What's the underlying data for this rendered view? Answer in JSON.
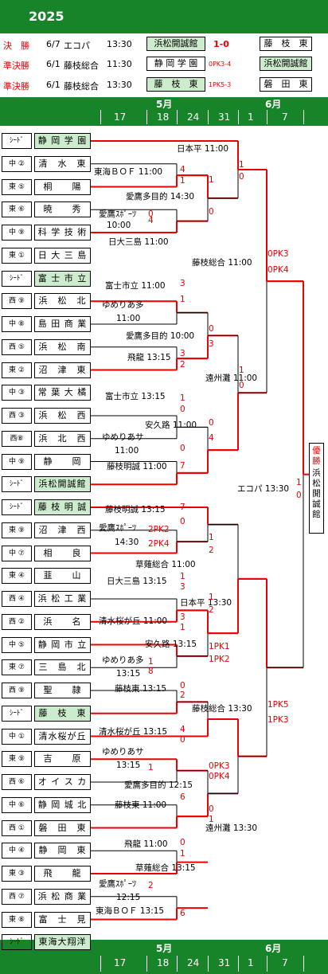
{
  "header": {
    "year": "2025"
  },
  "results": [
    {
      "round": "決　勝",
      "date": "6/7",
      "venue": "エコパ",
      "time": "13:30",
      "team1": "浜松開誠館",
      "score": "1-0",
      "team2": "藤　枝　東",
      "winner": 1
    },
    {
      "round": "準決勝",
      "date": "6/1",
      "venue": "藤枝総合",
      "time": "11:30",
      "team1": "静 岡 学 園",
      "score": "0PK3-4",
      "team2": "浜松開誠館",
      "winner": 2
    },
    {
      "round": "準決勝",
      "date": "6/1",
      "venue": "藤枝総合",
      "time": "13:30",
      "team1": "藤　枝　東",
      "score": "1PK5-3",
      "team2": "磐　田　東",
      "winner": 1
    }
  ],
  "date_bar": {
    "months": [
      "5月",
      "6月"
    ],
    "days": [
      "17",
      "18",
      "24",
      "31",
      "1",
      "7"
    ]
  },
  "teams": [
    {
      "seed": "ｼｰﾄﾞ",
      "name": "静 岡 学 園"
    },
    {
      "seed": "中 ②",
      "name": "清　水　東"
    },
    {
      "seed": "東 ⑤",
      "name": "桐　　陽"
    },
    {
      "seed": "東 ⑥",
      "name": "暁　　秀"
    },
    {
      "seed": "中 ⑨",
      "name": "科 学 技 術"
    },
    {
      "seed": "東 ①",
      "name": "日 大 三 島"
    },
    {
      "seed": "ｼｰﾄﾞ",
      "name": "富 士 市 立"
    },
    {
      "seed": "西 ⑨",
      "name": "浜　松　北"
    },
    {
      "seed": "中 ⑧",
      "name": "島 田 商 業"
    },
    {
      "seed": "西 ⑤",
      "name": "浜　松　南"
    },
    {
      "seed": "東 ②",
      "name": "沼　津　東"
    },
    {
      "seed": "中 ③",
      "name": "常 葉 大 橘"
    },
    {
      "seed": "西 ③",
      "name": "浜　松　西"
    },
    {
      "seed": "西⑧",
      "name": "浜　北　西"
    },
    {
      "seed": "中 ⑨",
      "name": "静　　岡"
    },
    {
      "seed": "ｼｰﾄﾞ",
      "name": "浜松開誠館"
    },
    {
      "seed": "ｼｰﾄﾞ",
      "name": "藤 枝 明 誠"
    },
    {
      "seed": "東 ⑨",
      "name": "沼　津　西"
    },
    {
      "seed": "中 ⑦",
      "name": "相　　良"
    },
    {
      "seed": "東 ④",
      "name": "韮　　山"
    },
    {
      "seed": "西 ④",
      "name": "浜 松 工 業"
    },
    {
      "seed": "西 ②",
      "name": "浜　　名"
    },
    {
      "seed": "中 ⑤",
      "name": "静 岡 市 立"
    },
    {
      "seed": "東 ⑦",
      "name": "三　島　北"
    },
    {
      "seed": "西 ⑨",
      "name": "聖　　隷"
    },
    {
      "seed": "ｼｰﾄﾞ",
      "name": "藤　枝　東"
    },
    {
      "seed": "中 ①",
      "name": "清水桜が丘"
    },
    {
      "seed": "東 ⑨",
      "name": "吉　　原"
    },
    {
      "seed": "西 ⑥",
      "name": "オ イ ス カ"
    },
    {
      "seed": "中 ⑥",
      "name": "静 岡 城 北"
    },
    {
      "seed": "西 ①",
      "name": "磐　田　東"
    },
    {
      "seed": "中 ④",
      "name": "静　岡　東"
    },
    {
      "seed": "東 ③",
      "name": "飛　　龍"
    },
    {
      "seed": "西 ⑦",
      "name": "浜 松 商 業"
    },
    {
      "seed": "東 ⑧",
      "name": "富　士　見"
    },
    {
      "seed": "ｼｰﾄﾞ",
      "name": "東海大翔洋"
    }
  ],
  "match_labels": [
    {
      "text": "東海ＢＯＦ 11:00"
    },
    {
      "text": "愛鷹ｽﾎﾟｰﾂ"
    },
    {
      "text": "10:00"
    },
    {
      "text": "日大三島 11:00"
    },
    {
      "text": "富士市立 11:00"
    },
    {
      "text": "ゆめりあ多"
    },
    {
      "text": "11:00"
    },
    {
      "text": "飛龍 13:15"
    },
    {
      "text": "富士市立 13:15"
    },
    {
      "text": "ゆめりあサ"
    },
    {
      "text": "11:00"
    },
    {
      "text": "藤枝明誠 11:00"
    },
    {
      "text": "藤枝明誠 13:15"
    },
    {
      "text": "愛鷹ｽﾎﾟｰﾂ"
    },
    {
      "text": "14:30"
    },
    {
      "text": "日大三島 13:15"
    },
    {
      "text": "清水桜が丘 11:00"
    },
    {
      "text": "ゆめりあ多"
    },
    {
      "text": "13:15"
    },
    {
      "text": "藤枝東 13:15"
    },
    {
      "text": "清水桜が丘 13:15"
    },
    {
      "text": "ゆめりあサ"
    },
    {
      "text": "13:15"
    },
    {
      "text": "藤枝東 11:00"
    },
    {
      "text": "飛龍 11:00"
    },
    {
      "text": "愛鷹ｽﾎﾟｰﾂ"
    },
    {
      "text": "12:15"
    },
    {
      "text": "東海ＢＯＦ 13:15"
    },
    {
      "text": "日本平 11:00"
    },
    {
      "text": "愛鷹多目的 14:30"
    },
    {
      "text": "愛鷹多目的 10:00"
    },
    {
      "text": "遠州灘 11:00"
    },
    {
      "text": "安久路 11:00"
    },
    {
      "text": "草薙総合 11:00"
    },
    {
      "text": "日本平 13:30"
    },
    {
      "text": "安久路 13:15"
    },
    {
      "text": "愛鷹多目的 12:15"
    },
    {
      "text": "遠州灘 13:30"
    },
    {
      "text": "草薙総合 13:15"
    },
    {
      "text": "藤枝総合 11:00"
    },
    {
      "text": "藤枝総合 13:30"
    },
    {
      "text": "エコパ 13:30"
    }
  ],
  "scores": [
    "4",
    "1",
    "0",
    "4",
    "3",
    "1",
    "3",
    "2",
    "1",
    "0",
    "0",
    "7",
    "7",
    "0",
    "2PK2",
    "2PK4",
    "1",
    "3",
    "3",
    "1",
    "1",
    "8",
    "0",
    "2",
    "4",
    "0",
    "1",
    "6",
    "0",
    "1",
    "2",
    "6",
    "1",
    "0",
    "0",
    "4",
    "1",
    "2",
    "0",
    "1",
    "3",
    "0",
    "1",
    "2",
    "0PK3",
    "0PK4",
    "1PK1",
    "1PK2",
    "1",
    "0",
    "1",
    "0",
    "0PK3",
    "0PK4",
    "1PK5",
    "1PK3",
    "1",
    "0"
  ],
  "champion": {
    "label": "優勝",
    "name": "浜松開誠館"
  }
}
